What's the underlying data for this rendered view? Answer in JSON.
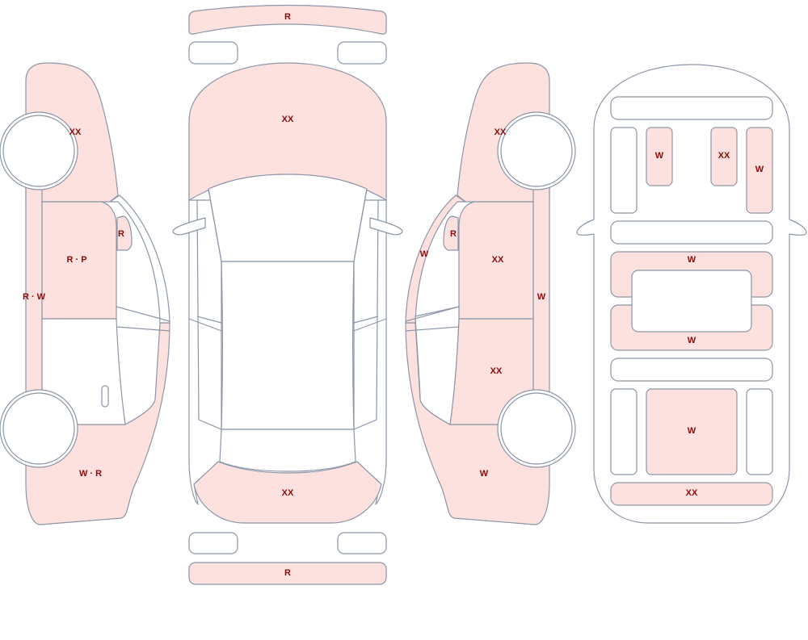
{
  "colors": {
    "damaged_fill": "#fde1de",
    "outline": "#8c96a8",
    "label_text": "#8b0a0a",
    "background": "#ffffff"
  },
  "left_view": {
    "front_fender": "XX",
    "front_door": "R · P",
    "mirror": "R",
    "rocker": "R · W",
    "rear_quarter": "W · R"
  },
  "top_view": {
    "front_bumper": "R",
    "hood": "XX",
    "trunk": "XX",
    "rear_bumper": "R"
  },
  "right_view": {
    "front_fender": "XX",
    "mirror": "R",
    "a_pillar": "W",
    "front_door": "XX",
    "rear_door": "XX",
    "rocker": "W",
    "rear_quarter": "W"
  },
  "interior_view": {
    "front_left_seat": "W",
    "front_right_seat": "XX",
    "front_right_door_trim": "W",
    "middle_row_front": "W",
    "middle_row_rear": "W",
    "rear_bench": "W",
    "cargo_area": "XX"
  }
}
